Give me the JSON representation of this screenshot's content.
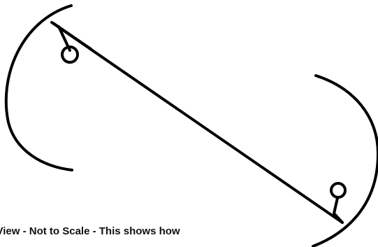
{
  "caption": "e View - Not to Scale -  This shows how",
  "colors": {
    "ink": "#000000",
    "background": "#ffffff"
  },
  "shapes": {
    "left_arc": "left-arc",
    "right_arc": "right-arc",
    "rod": "rod-line",
    "upper_ring": "upper-ring-circle",
    "lower_ring": "lower-ring-circle"
  }
}
